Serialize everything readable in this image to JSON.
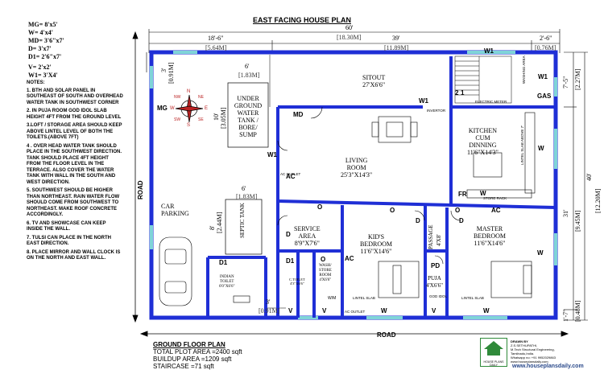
{
  "title": "EAST FACING HOUSE PLAN",
  "legend": [
    "MG= 8'x5'",
    "W= 4'x4'",
    "MD= 3'6\"x7'",
    "D= 3'x7'",
    "D1= 2'6\"x7'",
    "V= 2'x2'",
    "W1= 3'X4'"
  ],
  "notes_heading": "NOTES:",
  "notes": [
    "1. BTH AND SOLAR PANEL IN SOUTHEAST OF SOUTH AND OVERHEAD WATER TANK IN SOUTHWEST CORNER",
    "2. IN PUJA ROOM GOD IDOL SLAB HEIGHT 4FT FROM THE GROUND LEVEL",
    "3.LOFT / STORAGE AREA SHOULD KEEP ABOVE LINTEL LEVEL OF BOTH THE TOILETS.(ABOVE 7FT)",
    "4 . OVER HEAD WATER TANK SHOULD PLACE IN THE SOUTHWEST DIRECTION. TANK SHOULD PLACE 4FT HEIGHT FROM THE FLOOR LEVEL IN THE TERRACE. ALSO COVER THE WATER TANK WITH WALL IN THE SOUTH AND WEST DIRECTION.",
    "5. SOUTHWEST SHOULD BE HIGHER THAN NORTHEAST. RAIN WATER FLOW SHOULD COME FROM SOUTHWEST TO NORTHEAST. MAKE ROOF CONCRETE ACCORDINGLY.",
    "6. TV AND SHOWCASE CAN KEEP INSIDE THE WALL.",
    "7. TULSI CAN PLACE IN THE NORTH EAST DIRECTION.",
    "8. PLACE MIRROR AND WALL CLOCK IS ON THE NORTH AND EAST WALL."
  ],
  "dims": {
    "total_w": "60'",
    "total_w_m": "[18.30M]",
    "w_left": "18'-6\"",
    "w_left_m": "[5.64M]",
    "w_mid": "39'",
    "w_mid_m": "[11.89M]",
    "w_right": "2'-6\"",
    "w_right_m": "[0.76M]",
    "total_h": "40'",
    "total_h_m": "[12.20M]",
    "h_top": "7'-5\"",
    "h_top_m": "[2.27M]",
    "h_mid": "31'",
    "h_mid_m": "[9.45M]",
    "h_bot": "1'-7\"",
    "h_bot_m": "[0.48M]",
    "left_top": "3'",
    "left_top_m": "[0.91M]",
    "left_bot": "3'",
    "left_bot_m": "[0.91M]",
    "tank_w": "6'",
    "tank_w_m": "[1.83M]",
    "tank_h": "10'",
    "tank_h_m": "[3.05M]",
    "septic_w": "6'",
    "septic_w_m": "[1.83M]",
    "septic_h": "8'",
    "septic_h_m": "[2.44M]"
  },
  "road_left": "ROAD",
  "road_bottom": "ROAD",
  "compass": {
    "n": "N",
    "s": "S",
    "e": "E",
    "w": "W",
    "ne": "NE",
    "nw": "NW",
    "se": "SE",
    "sw": "SW"
  },
  "rooms": {
    "sitout": "SITOUT",
    "sitout_size": "27'X6'6\"",
    "tank": [
      "UNDER",
      "GROUND",
      "WATER",
      "TANK /",
      "BORE/",
      "SUMP"
    ],
    "living": "LIVING",
    "living2": "ROOM",
    "living_size": "25'3\"X14'3\"",
    "kitchen": "KITCHEN",
    "kitchen2": "CUM",
    "kitchen3": "DINNING",
    "kitchen_size": "11'6\"X14'3\"",
    "car": "CAR",
    "car2": "PARKING",
    "septic": "SEPTIC TANK",
    "service": "SERVICE",
    "service2": "AREA",
    "service_size": "8'9\"X7'6\"",
    "kids": "KID'S",
    "kids2": "BEDROOM",
    "kids_size": "11'6\"X14'6\"",
    "passage": "PASSAGE",
    "passage_size": "4'X8'",
    "master": "MASTER",
    "master2": "BEDROOM",
    "master_size": "11'6\"X14'6\"",
    "puja": "PUJA",
    "puja_size": "4'X6'6\"",
    "indian_toilet": "INDIAN",
    "indian_toilet2": "TOILET",
    "indian_toilet_size": "6'0\"X6'6\"",
    "ctoilet": "C.TOILET",
    "ctoilet_size": "4'3\"X6'6\"",
    "wash": "WASH/",
    "wash2": "STORE",
    "wash3": "ROOM",
    "wash_size": "4'X6'6\""
  },
  "labels": {
    "mg": "MG",
    "md": "MD",
    "w": "W",
    "w1": "W1",
    "d": "D",
    "d1": "D1",
    "v": "V",
    "o": "O",
    "ac": "AC",
    "fr": "FR",
    "pd": "PD",
    "gas": "GAS",
    "inverter": "INVERTOR",
    "electric_meter": "ELECTRIC METER",
    "store_rack": "STORE RACK",
    "lintel_slab": "LINTEL SLAB",
    "god_idol": "GOD IDOL",
    "ac_outlet": "AC OUTLET",
    "ac_outlet2": "AC OUTLET",
    "wm": "W/M",
    "washing_area": "WASHING AREA",
    "lintel_slab_above": "LINTEL SLAB ABOVE 7'",
    "stair_up": "2",
    "stair_up2": "1"
  },
  "footer": {
    "heading": "GROUND FLOOR PLAN",
    "plot": "TOTAL PLOT AREA =2400 sqft",
    "build": "BUILDUP AREA =1209 sqft",
    "stair": "STAIRCASE =71 sqft"
  },
  "signature": [
    "DRAWN BY",
    "Z.S.SETHUPATHI,",
    "M.Tech Structural Engineering,",
    "Tamilnadu,India.",
    "Whatsapp no: +91 9952029863",
    "www.houseplansdaily.com"
  ],
  "logo_text": "HOUSE PLANS DAILY",
  "url": "www.houseplansdaily.com",
  "colors": {
    "wall": "#1f2fd6",
    "window": "#7fd4d8",
    "ink": "#000000",
    "logo": "#2f8a3a"
  }
}
